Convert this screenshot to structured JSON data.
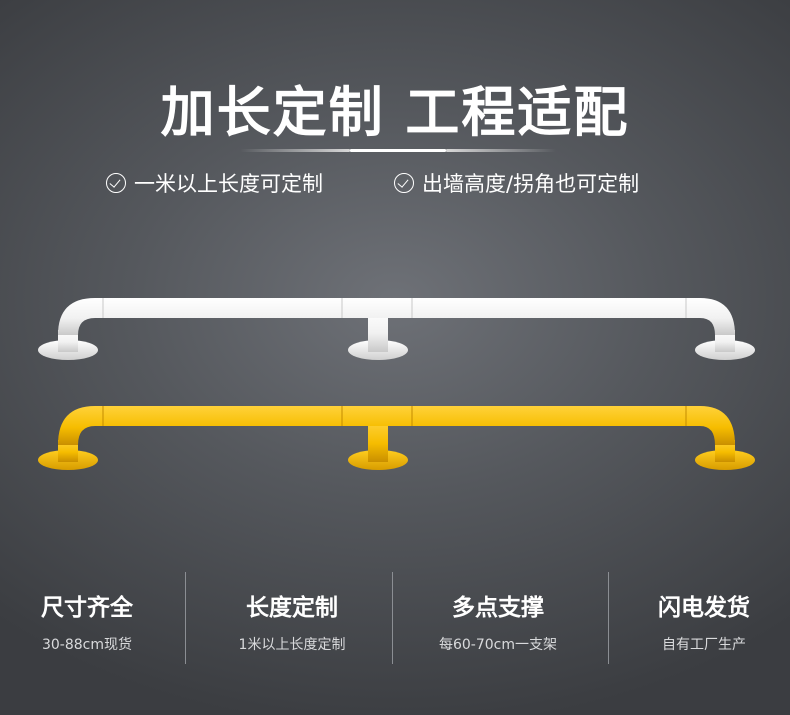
{
  "headline": "加长定制 工程适配",
  "features": [
    {
      "icon": "check-circle-icon",
      "text": "一米以上长度可定制"
    },
    {
      "icon": "check-circle-icon",
      "text": "出墙高度/拐角也可定制"
    }
  ],
  "rails": [
    {
      "color": "white",
      "hex": "#f3f3f3"
    },
    {
      "color": "yellow",
      "hex": "#f5c000"
    }
  ],
  "benefits": [
    {
      "title": "尺寸齐全",
      "subtitle": "30-88cm现货"
    },
    {
      "title": "长度定制",
      "subtitle": "1米以上长度定制"
    },
    {
      "title": "多点支撑",
      "subtitle": "每60-70cm一支架"
    },
    {
      "title": "闪电发货",
      "subtitle": "自有工厂生产"
    }
  ]
}
